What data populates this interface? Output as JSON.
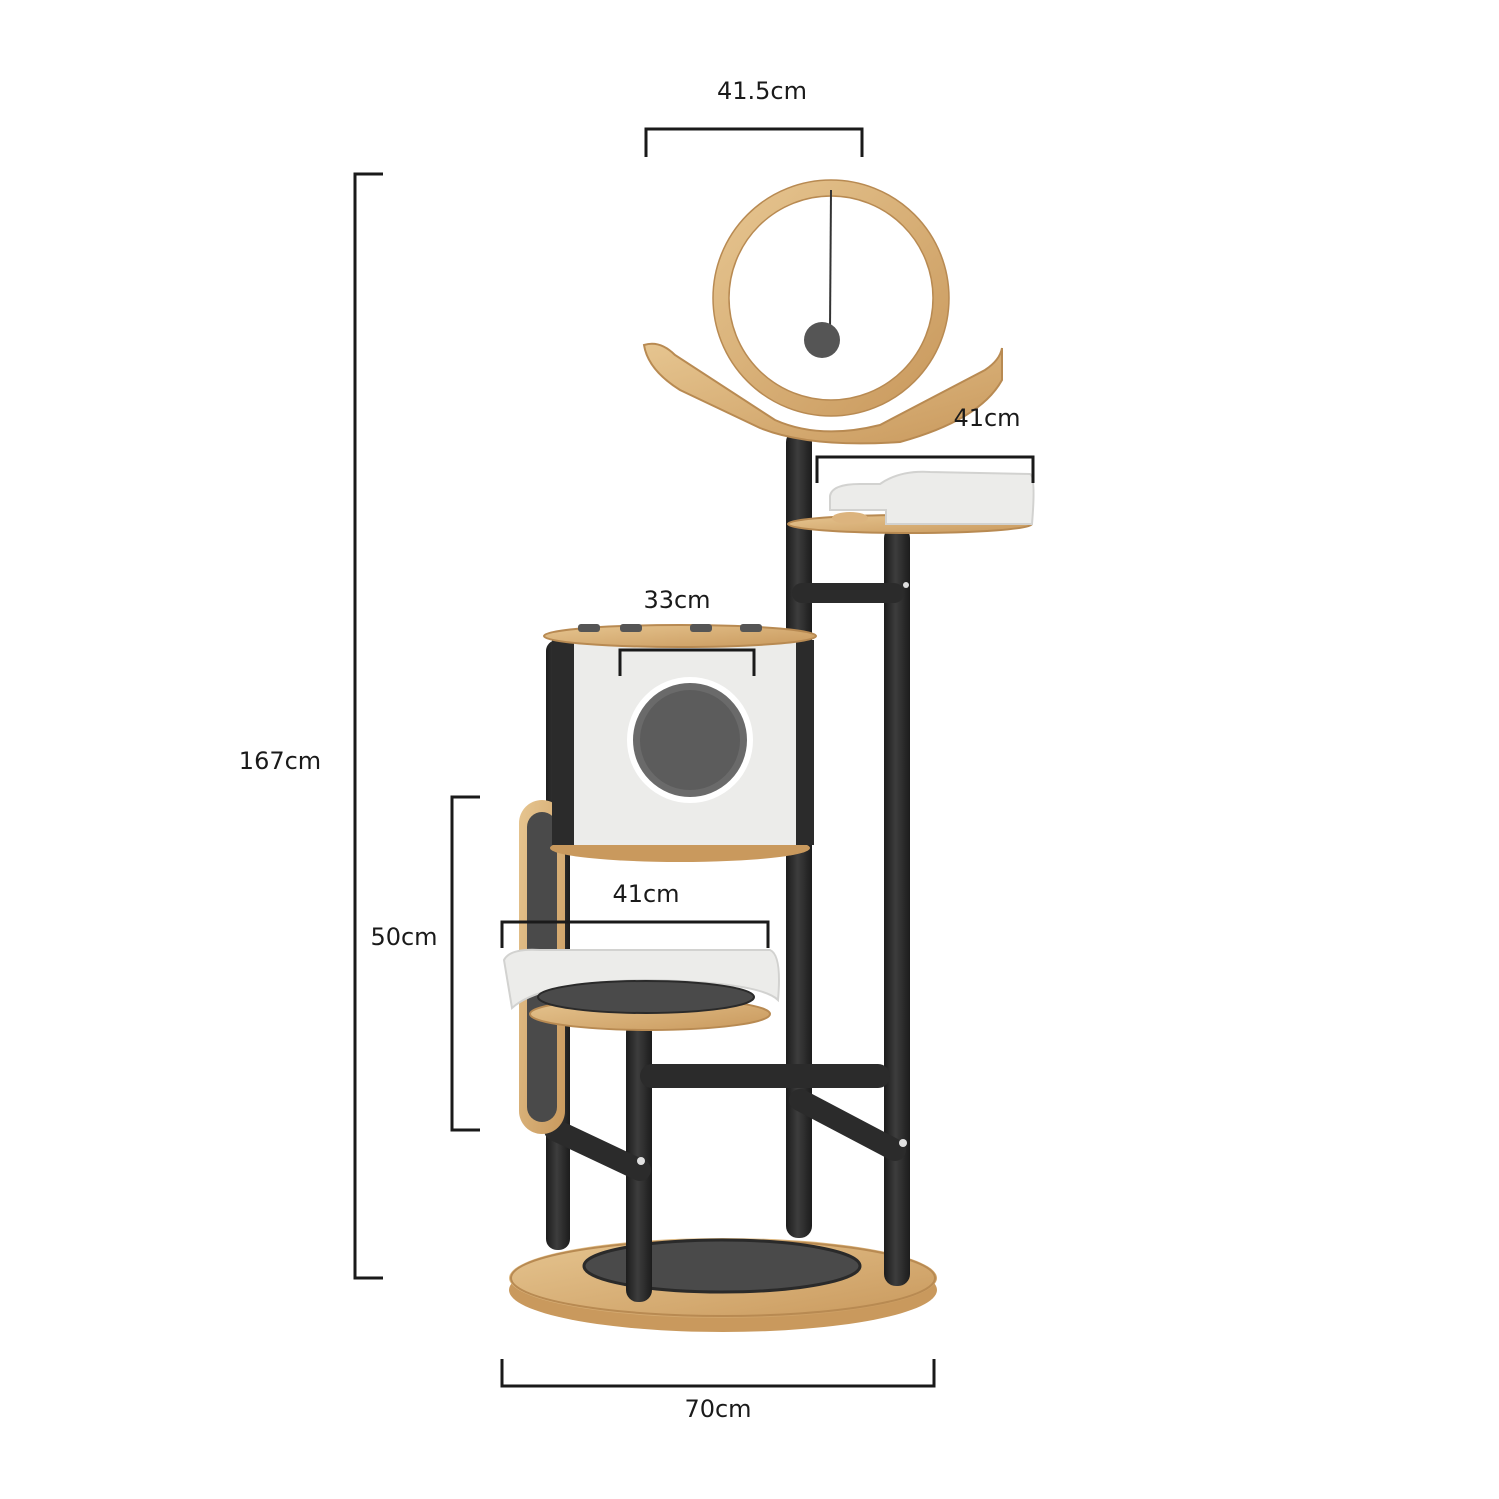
{
  "dimensions": {
    "top_width": "41.5cm",
    "total_height": "167cm",
    "upper_perch_width": "41cm",
    "condo_width": "33cm",
    "lower_perch_height": "50cm",
    "lower_perch_width": "41cm",
    "base_width": "70cm"
  },
  "colors": {
    "wood": "#dcb47e",
    "wood_dark": "#b88a52",
    "pole": "#2b2b2b",
    "cushion": "#ececea",
    "carpet": "#4a4a4a",
    "dim_line": "#1a1a1a"
  }
}
